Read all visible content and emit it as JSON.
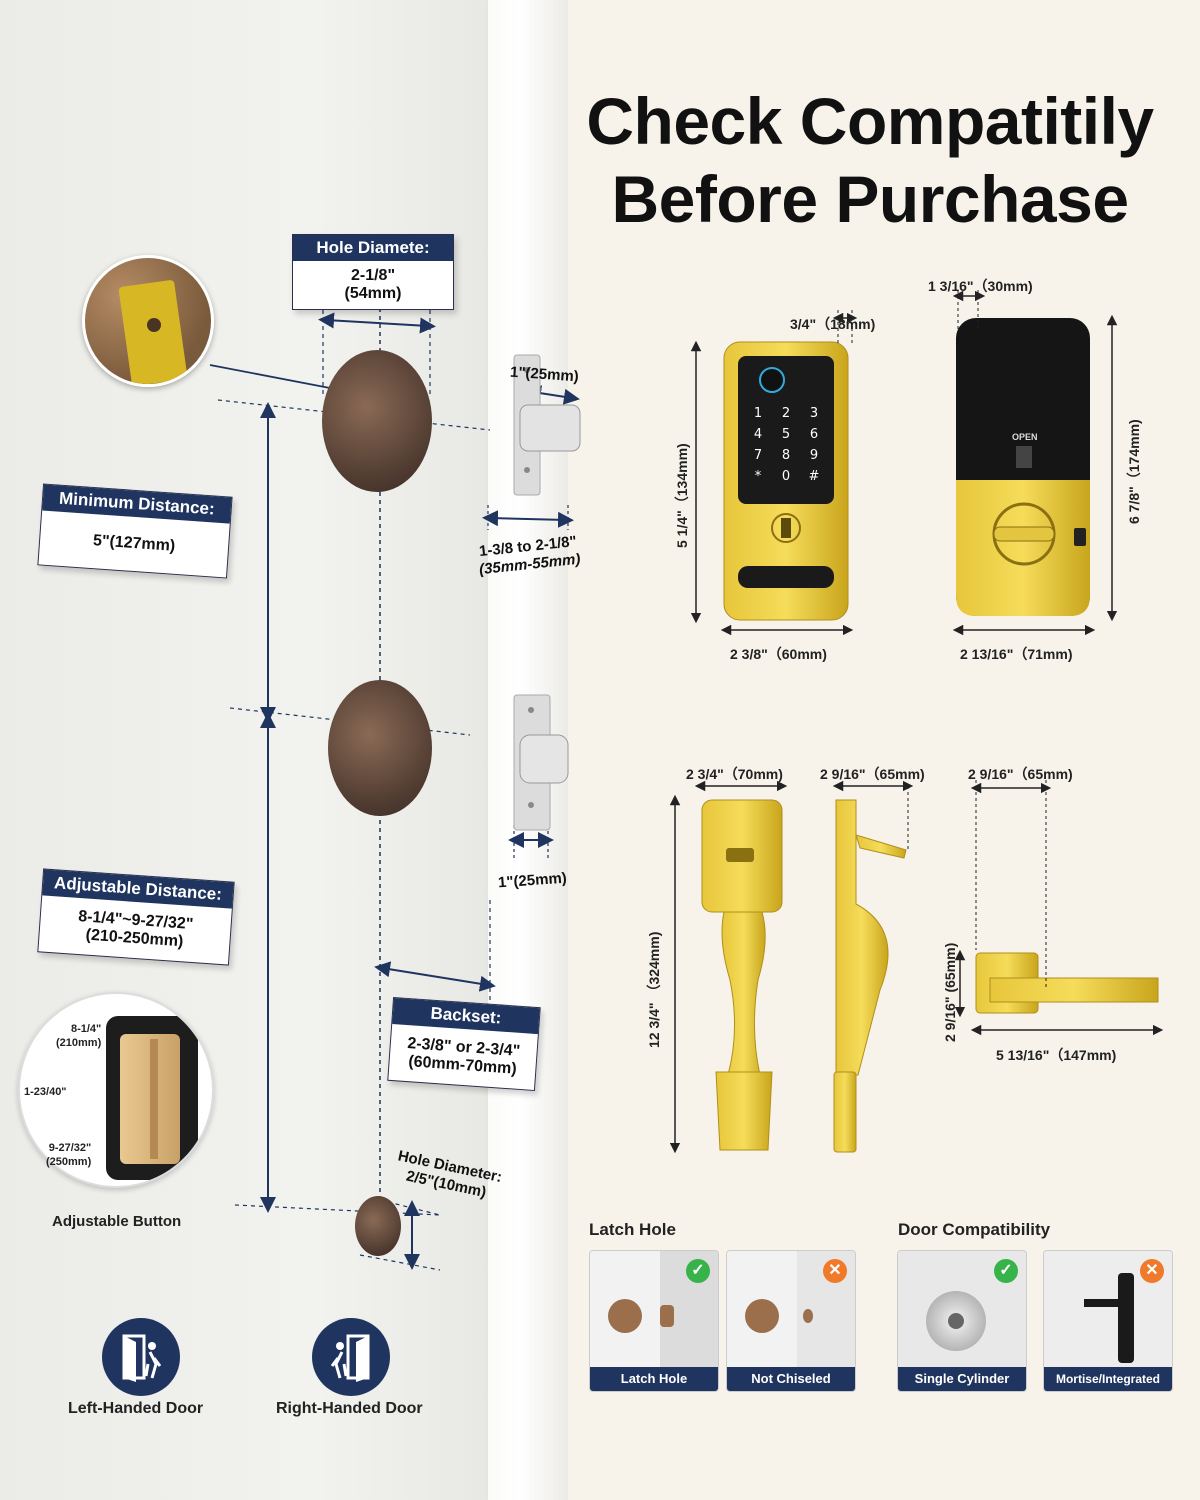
{
  "title_line1": "Check Compatitily",
  "title_line2": "Before Purchase",
  "labels": {
    "hole_diameter": {
      "head": "Hole Diamete:",
      "body1": "2-1/8\"",
      "body2": "(54mm)"
    },
    "minimum_distance": {
      "head": "Minimum Distance:",
      "body": "5\"(127mm)"
    },
    "adjustable_distance": {
      "head": "Adjustable Distance:",
      "body1": "8-1/4\"~9-27/32\"",
      "body2": "(210-250mm)"
    },
    "backset": {
      "head": "Backset:",
      "body1": "2-3/8\" or 2-3/4\"",
      "body2": "(60mm-70mm)"
    }
  },
  "door_dims": {
    "faceplate_top": "1\"(25mm)",
    "door_thickness_1": "1-3/8 to 2-1/8\"",
    "door_thickness_2": "(35mm-55mm)",
    "faceplate_bottom": "1\"(25mm)",
    "small_hole_1": "Hole Diameter:",
    "small_hole_2": "2/5\"(10mm)"
  },
  "adjuster": {
    "d1": "8-1/4\"",
    "d1mm": "(210mm)",
    "mid": "1-23/40\"",
    "d2": "9-27/32\"",
    "d2mm": "(250mm)",
    "caption": "Adjustable Button"
  },
  "handedness": {
    "left": "Left-Handed Door",
    "right": "Right-Handed Door"
  },
  "keypad": {
    "depth": "3/4\"（18mm)",
    "height": "5 1/4\"（134mm)",
    "width": "2 3/8\"（60mm)",
    "keys": [
      "1",
      "2",
      "3",
      "4",
      "5",
      "6",
      "7",
      "8",
      "9",
      "*",
      "0",
      "#"
    ]
  },
  "interior": {
    "depth": "1 3/16\"（30mm)",
    "height": "6 7/8\"（174mm)",
    "width": "2 13/16\"（71mm)",
    "open_label": "OPEN"
  },
  "handleset": {
    "front_width": "2 3/4\"（70mm)",
    "side_depth": "2 9/16\"（65mm)",
    "height": "12 3/4\" （324mm)",
    "lever_depth": "2 9/16\"（65mm)",
    "lever_height": "2 9/16\" (65mm)",
    "lever_length": "5 13/16\"（147mm)"
  },
  "latch_hole": {
    "title": "Latch Hole",
    "good": "Latch Hole",
    "bad": "Not Chiseled"
  },
  "door_compat": {
    "title": "Door Compatibility",
    "good": "Single Cylinder",
    "bad": "Mortise/Integrated"
  },
  "colors": {
    "navy": "#1f3560",
    "gold": "#d8b724",
    "ok": "#37b34a",
    "no": "#f07a2a"
  }
}
